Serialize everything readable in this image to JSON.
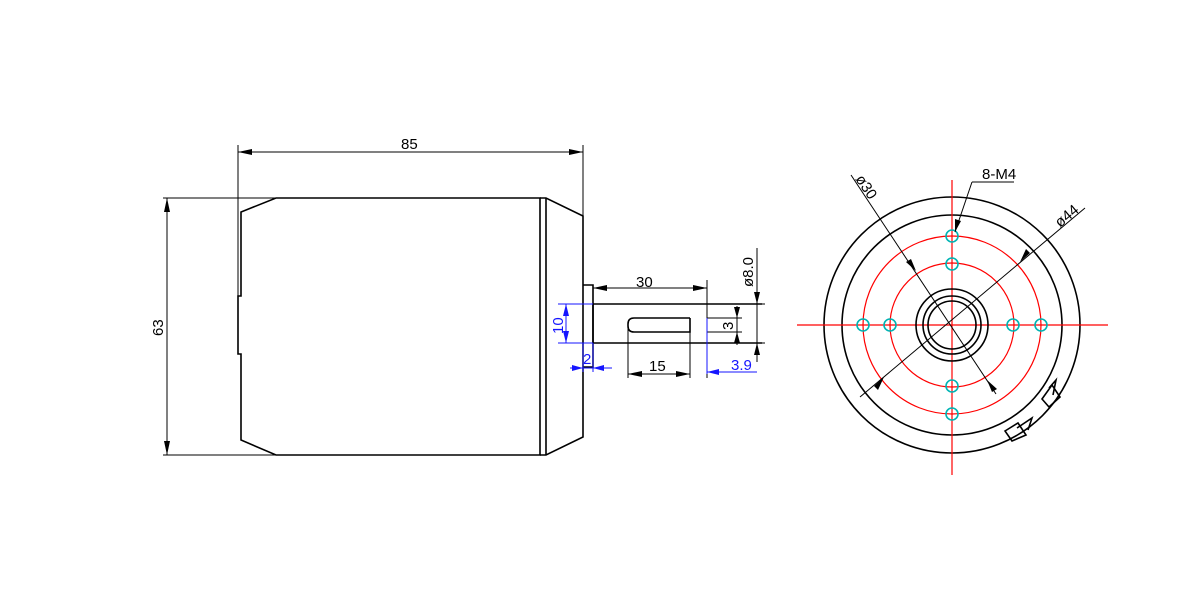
{
  "side_view": {
    "dims": {
      "length": "85",
      "height": "63",
      "shaft_length": "30",
      "flat_length": "15",
      "shaft_diameter": "ø8.0",
      "flat_depth": "3",
      "step_height": "10",
      "step_offset": "2",
      "flat_offset": "3.9"
    }
  },
  "front_view": {
    "labels": {
      "inner_pcd": "ø30",
      "outer_pcd": "ø44",
      "holes": "8-M4"
    }
  },
  "colors": {
    "outline": "#000000",
    "dimension_blue": "#1515ff",
    "centerline_red": "#ff0000",
    "hole_cyan": "#00b4b4"
  }
}
